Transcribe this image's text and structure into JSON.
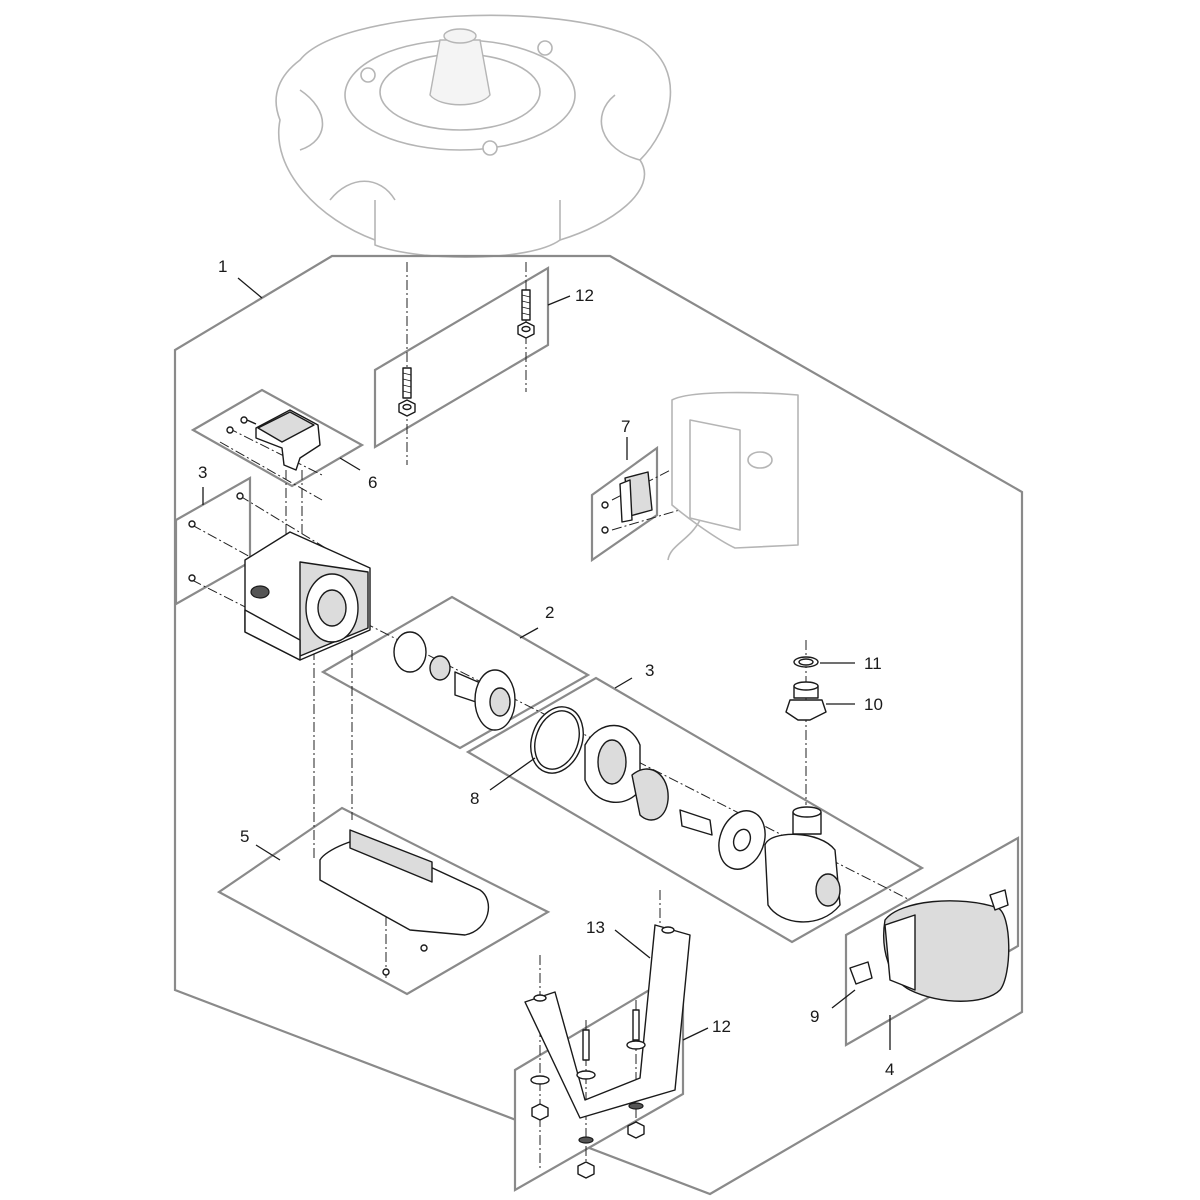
{
  "diagram": {
    "title": "Pump exploded parts view",
    "callouts": {
      "c1": "1",
      "c2": "2",
      "c3a": "3",
      "c3b": "3",
      "c4": "4",
      "c5": "5",
      "c6": "6",
      "c7": "7",
      "c8": "8",
      "c9": "9",
      "c10": "10",
      "c11": "11",
      "c12a": "12",
      "c12b": "12",
      "c13": "13"
    }
  }
}
